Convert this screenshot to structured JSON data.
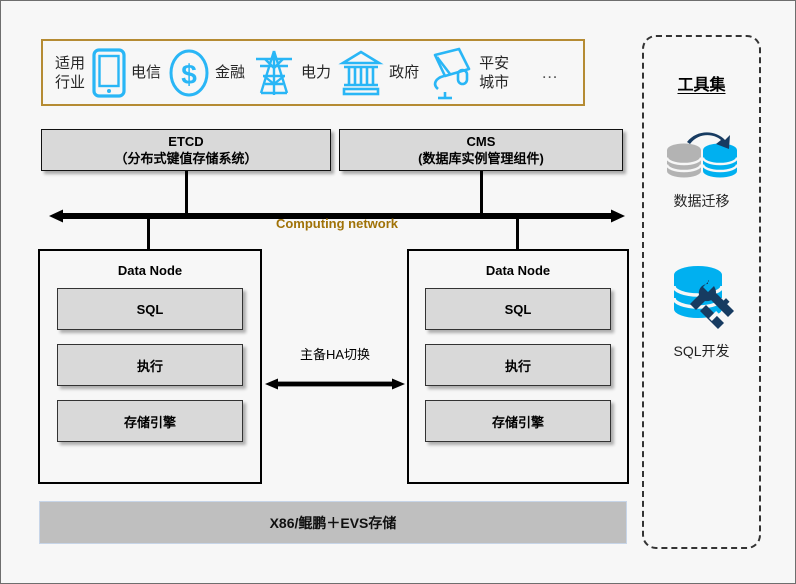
{
  "diagram": {
    "industry_banner": {
      "label": "适用\n行业",
      "items": [
        {
          "icon": "phone-icon",
          "text": "电信"
        },
        {
          "icon": "dollar-circle-icon",
          "text": "金融"
        },
        {
          "icon": "power-tower-icon",
          "text": "电力"
        },
        {
          "icon": "government-icon",
          "text": "政府"
        },
        {
          "icon": "cctv-camera-icon",
          "text": "平安\n城市"
        }
      ],
      "more": "…",
      "border_color": "#b58b33",
      "icon_color": "#29b6f6"
    },
    "etcd": {
      "title": "ETCD",
      "subtitle": "（分布式键值存储系统）"
    },
    "cms": {
      "title": "CMS",
      "subtitle": "(数据库实例管理组件)"
    },
    "network": {
      "label": "Computing network",
      "label_color": "#a07207"
    },
    "data_node_left": {
      "title": "Data Node",
      "layers": [
        "SQL",
        "执行",
        "存储引擎"
      ]
    },
    "data_node_right": {
      "title": "Data Node",
      "layers": [
        "SQL",
        "执行",
        "存储引擎"
      ]
    },
    "ha": {
      "label": "主备HA切换"
    },
    "infrastructure": {
      "label": "X86/鲲鹏＋EVS存储",
      "bar_color": "#bfbfbf"
    },
    "toolset": {
      "title": "工具集",
      "tools": [
        {
          "icon": "data-migration-icon",
          "label": "数据迁移"
        },
        {
          "icon": "sql-development-icon",
          "label": "SQL开发"
        }
      ],
      "accent_color": "#00b0f0",
      "dark_color": "#173b61"
    }
  }
}
